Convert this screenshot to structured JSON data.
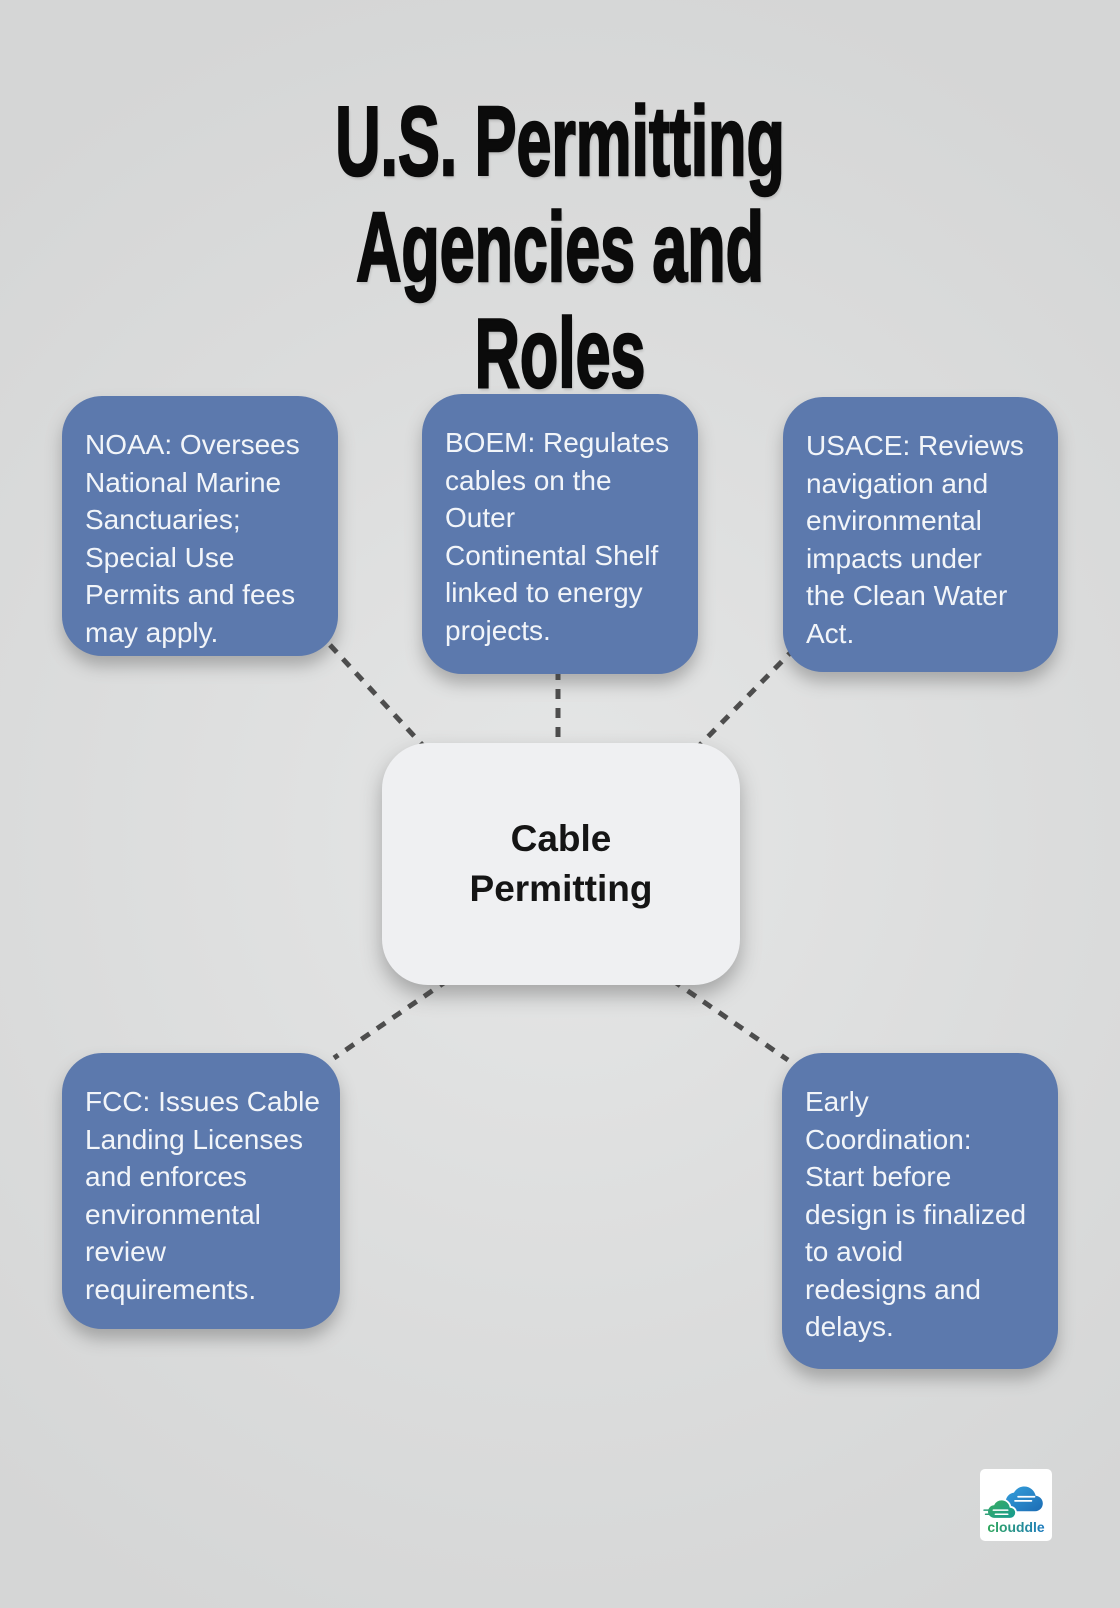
{
  "title": {
    "lines": [
      "U.S. Permitting Agencies and",
      "Roles"
    ]
  },
  "center": {
    "label_lines": [
      "Cable",
      "Permitting"
    ]
  },
  "nodes": [
    {
      "id": "noaa",
      "text_lines": [
        "NOAA: Oversees",
        "National Marine",
        "Sanctuaries;",
        "Special Use",
        "Permits and fees",
        "may apply."
      ]
    },
    {
      "id": "boem",
      "text_lines": [
        "BOEM: Regulates",
        "cables on the",
        "Outer",
        "Continental Shelf",
        "linked to energy",
        "projects."
      ]
    },
    {
      "id": "usace",
      "text_lines": [
        "USACE: Reviews",
        "navigation and",
        "environmental",
        "impacts under",
        "the Clean Water",
        "Act."
      ]
    },
    {
      "id": "fcc",
      "text_lines": [
        "FCC: Issues Cable",
        "Landing Licenses",
        "and enforces",
        "environmental",
        "review",
        "requirements."
      ]
    },
    {
      "id": "early-coordination",
      "text_lines": [
        "Early",
        "Coordination:",
        "Start before",
        "design is finalized",
        "to avoid",
        "redesigns and",
        "delays."
      ]
    }
  ],
  "logo": {
    "text": "clouddle"
  },
  "colors": {
    "background": "#DBDCDC",
    "node_fill": "#5C79AD",
    "node_text": "#F2F5F9",
    "center_fill": "#EFF0F2",
    "center_text": "#151515",
    "title_text": "#0B0B0B",
    "connector": "#4D4D4D",
    "logo_green": "#2FA75B",
    "logo_teal": "#149A93",
    "logo_blue_light": "#35A0DC",
    "logo_blue_dark": "#1C6CB4"
  }
}
